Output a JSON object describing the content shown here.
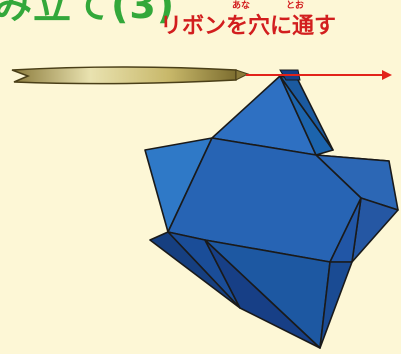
{
  "heading": "み立て(3)",
  "instruction": "リボンを穴に通す",
  "ruby": {
    "ana": "あな",
    "too": "とお"
  },
  "colors": {
    "background": "#fdf7d6",
    "heading": "#33a83a",
    "instruction": "#d21e1e",
    "arrow": "#e2231a",
    "star_light": "#2e6fc0",
    "star_mid": "#1f5aa6",
    "star_dark": "#173f86",
    "ribbon": "#c8b86a"
  },
  "icons": [
    "ribbon-icon",
    "arrow-right-icon",
    "star-polyhedron-icon"
  ]
}
